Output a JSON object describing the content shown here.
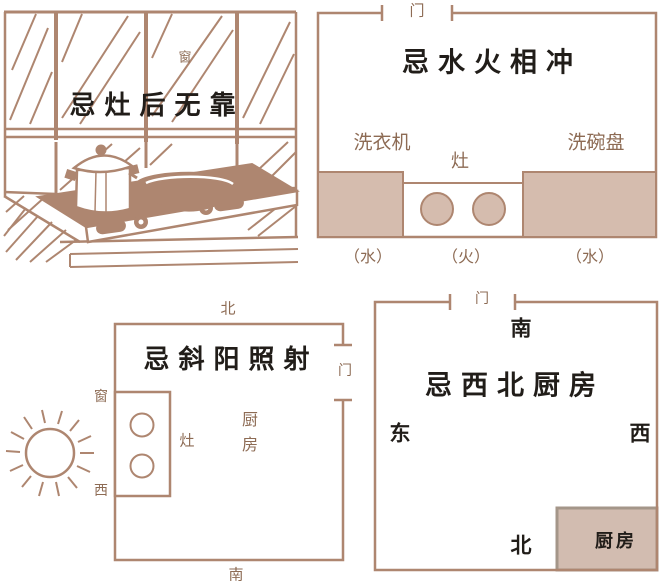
{
  "colors": {
    "line_brown": "#ae8670",
    "fill_tan": "#d5bcae",
    "label_brown": "#8d6b54",
    "text_black": "#211d19",
    "kitchen_box_border": "#a49689",
    "kitchen_box_fill": "#d2bcb0"
  },
  "stove_back_panel": {
    "title": "忌灶后无靠",
    "window": "窗"
  },
  "water_fire_panel": {
    "title": "忌水火相冲",
    "door": "门",
    "washer": "洗衣机",
    "stove": "灶",
    "dish_sink": "洗碗盘",
    "water_left": "（水）",
    "fire": "（火）",
    "water_right": "（水）"
  },
  "slant_sun_panel": {
    "title": "忌斜阳照射",
    "north": "北",
    "door": "门",
    "window": "窗",
    "west": "西",
    "stove": "灶",
    "kitchen": "厨房",
    "south": "南"
  },
  "northwest_panel": {
    "title": "忌西北厨房",
    "door": "门",
    "south": "南",
    "east": "东",
    "west": "西",
    "north": "北",
    "kitchen": "厨房"
  }
}
